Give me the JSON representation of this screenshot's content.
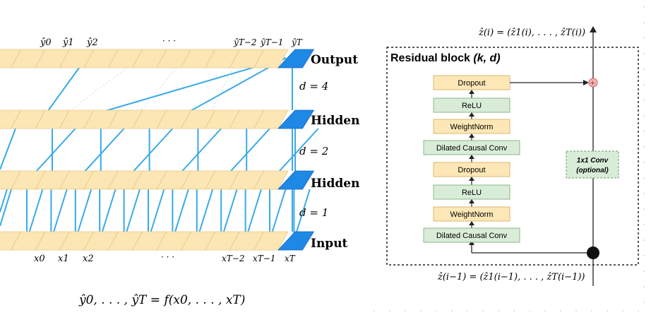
{
  "left": {
    "layers": [
      {
        "name": "output",
        "label": "Output"
      },
      {
        "name": "hidden2",
        "label": "Hidden"
      },
      {
        "name": "hidden1",
        "label": "Hidden"
      },
      {
        "name": "input",
        "label": "Input"
      }
    ],
    "dilations": [
      "d = 4",
      "d = 2",
      "d = 1"
    ],
    "output_ticks": [
      "ŷ0",
      "ŷ1",
      "ŷ2",
      "· · ·",
      "ŷT−2",
      "ŷT−1",
      "ŷT"
    ],
    "input_ticks": [
      "x0",
      "x1",
      "x2",
      "· · ·",
      "xT−2",
      "xT−1",
      "xT"
    ],
    "equation": "ŷ0, . . . , ŷT = f(x0, . . . , xT)",
    "colors": {
      "cell": "#fbe6b4",
      "cell_border": "#e6c98a",
      "last_cell": "#1e88e5",
      "link": "#39a9e8"
    }
  },
  "right": {
    "title_main": "Residual block ",
    "title_params": "(k, d)",
    "top_eq": "ẑ(i) = (ẑ1(i), . . . , ẑT(i))",
    "bottom_eq": "ẑ(i−1) = (ẑ1(i−1), . . . , ẑT(i−1))",
    "blocks": [
      {
        "name": "dropout-top",
        "label": "Dropout",
        "kind": "orange"
      },
      {
        "name": "relu-top",
        "label": "ReLU",
        "kind": "green"
      },
      {
        "name": "weightnorm-top",
        "label": "WeightNorm",
        "kind": "orange"
      },
      {
        "name": "dilated-top",
        "label": "Dilated Causal Conv",
        "kind": "green"
      },
      {
        "name": "dropout-bottom",
        "label": "Dropout",
        "kind": "orange"
      },
      {
        "name": "relu-bottom",
        "label": "ReLU",
        "kind": "green"
      },
      {
        "name": "weightnorm-bottom",
        "label": "WeightNorm",
        "kind": "orange"
      },
      {
        "name": "dilated-bottom",
        "label": "Dilated Causal Conv",
        "kind": "green"
      }
    ],
    "conv1x1_line1": "1x1 Conv",
    "conv1x1_line2": "(optional)",
    "plus": "+",
    "colors": {
      "orange": "#fde7b6",
      "orange_border": "#d9b872",
      "green": "#d8ecd7",
      "green_border": "#8db98a",
      "plus": "#f2b3b3"
    }
  }
}
